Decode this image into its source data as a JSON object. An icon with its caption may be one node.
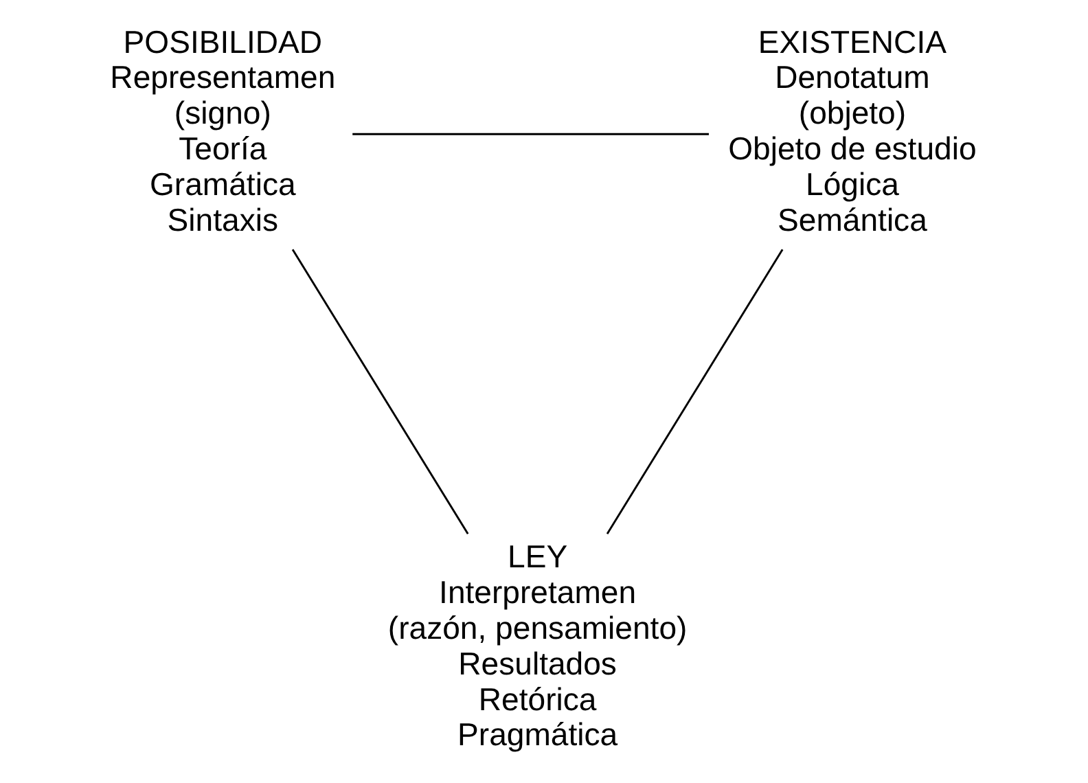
{
  "diagram": {
    "nodes": [
      {
        "text": [
          "POSIBILIDAD",
          "Representamen",
          "(signo)",
          "Teoría",
          "Gramática",
          "Sintaxis"
        ]
      },
      {
        "text": [
          "EXISTENCIA",
          "Denotatum",
          "(objeto)",
          "Objeto de estudio",
          "Lógica",
          "Semántica"
        ]
      },
      {
        "text": [
          "LEY",
          "Interpretamen",
          "(razón, pensamiento)",
          "Resultados",
          "Retórica",
          "Pragmática"
        ]
      }
    ],
    "edges": [
      {
        "from": 0,
        "to": 1,
        "arrow": "none"
      },
      {
        "from": 1,
        "to": 2,
        "arrow": "none"
      },
      {
        "from": 2,
        "to": 0,
        "arrow": "none"
      }
    ]
  }
}
